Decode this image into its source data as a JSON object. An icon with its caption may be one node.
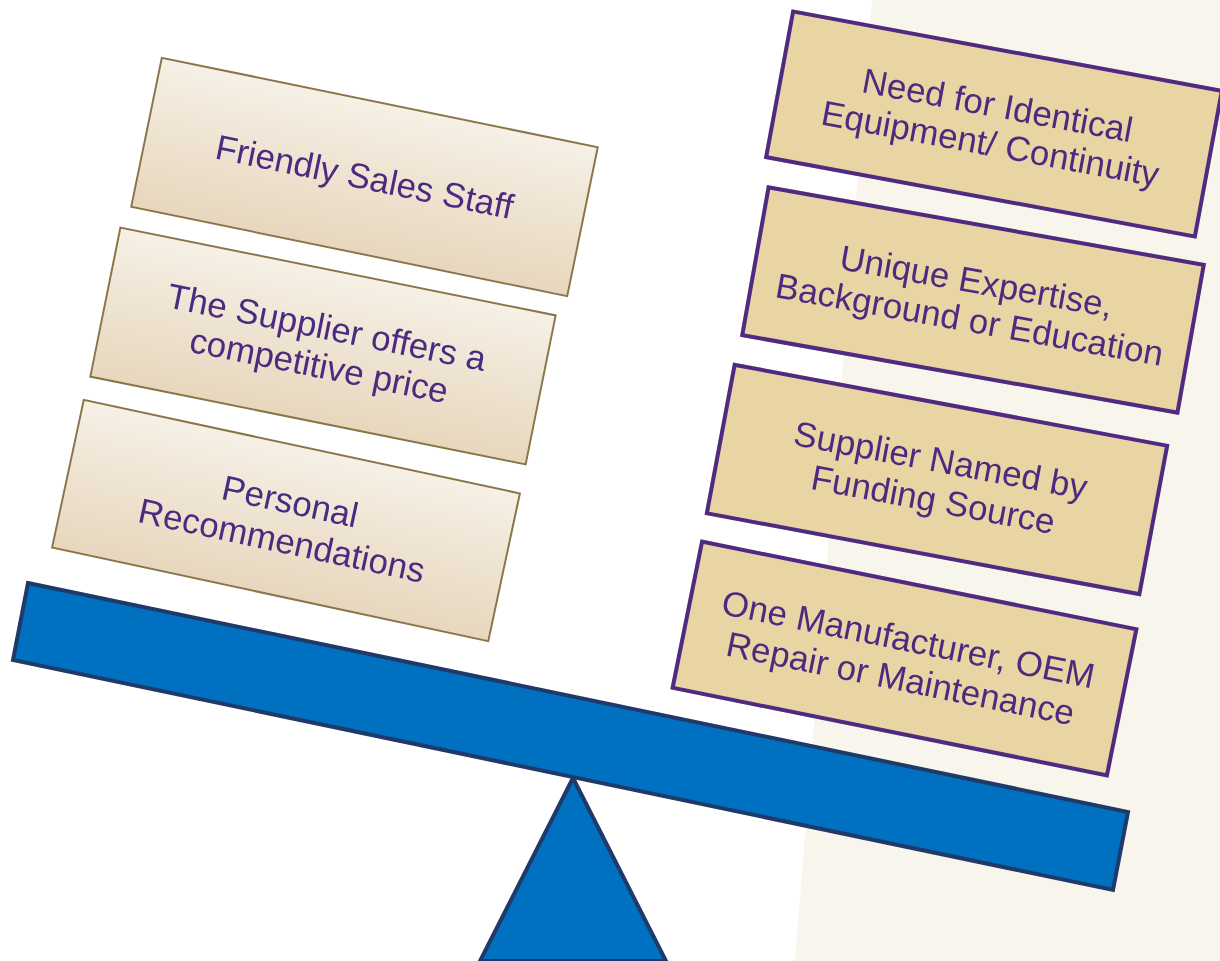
{
  "diagram": {
    "nodes": [
      {
        "text": [
          "Friendly Sales Staff"
        ]
      },
      {
        "text": [
          "The Supplier offers a competitive price"
        ]
      },
      {
        "text": [
          "Personal Recommendations"
        ]
      },
      {
        "text": [
          "Need for Identical Equipment/ Continuity"
        ]
      },
      {
        "text": [
          "Unique Expertise, Background or Education"
        ]
      },
      {
        "text": [
          "Supplier Named by Funding Source"
        ]
      },
      {
        "text": [
          "One Manufacturer, OEM Repair or Maintenance"
        ]
      }
    ]
  }
}
